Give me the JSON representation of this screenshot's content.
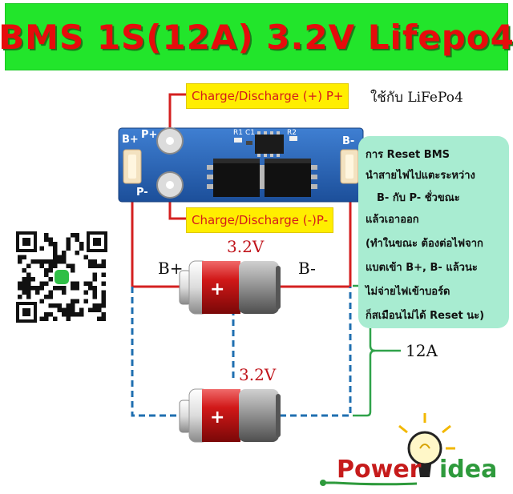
{
  "header": {
    "title": "BMS 1S(12A) 3.2V Lifepo4"
  },
  "labels": {
    "charge_plus": "Charge/Discharge (+) P+",
    "charge_minus": "Charge/Discharge (-)P-",
    "use_with": "ใช้กับ  LiFePo4"
  },
  "board": {
    "b_plus": "B+",
    "p_plus": "P+",
    "p_minus": "P-",
    "b_minus": "B-",
    "r1": "R1",
    "c1": "C1",
    "r2": "R2"
  },
  "note": {
    "lines": [
      "การ Reset BMS",
      "นำสายไฟไปแตะระหว่าง",
      "B- กับ P- ชั่วขณะ",
      "แล้วเอาออก",
      "(ทำในขณะ ต้องต่อไฟจาก",
      "แบตเข้า B+, B- แล้วนะ",
      "ไม่จ่ายไฟเข้าบอร์ด",
      "ก็สเมือนไม่ได้ Reset นะ)"
    ]
  },
  "battery": {
    "b_plus": "B+",
    "b_minus": "B-",
    "voltage_top": "3.2V",
    "voltage_bottom": "3.2V",
    "plus_sign": "+"
  },
  "current": "12A",
  "logo": {
    "word_power": "Power",
    "word_idea": "idea"
  },
  "colors": {
    "header_bg": "#22e52b",
    "title": "#e60c0c",
    "wire_red": "#d42020",
    "wire_blue": "#1f6fb0",
    "note_bg": "#a8ecd1"
  }
}
